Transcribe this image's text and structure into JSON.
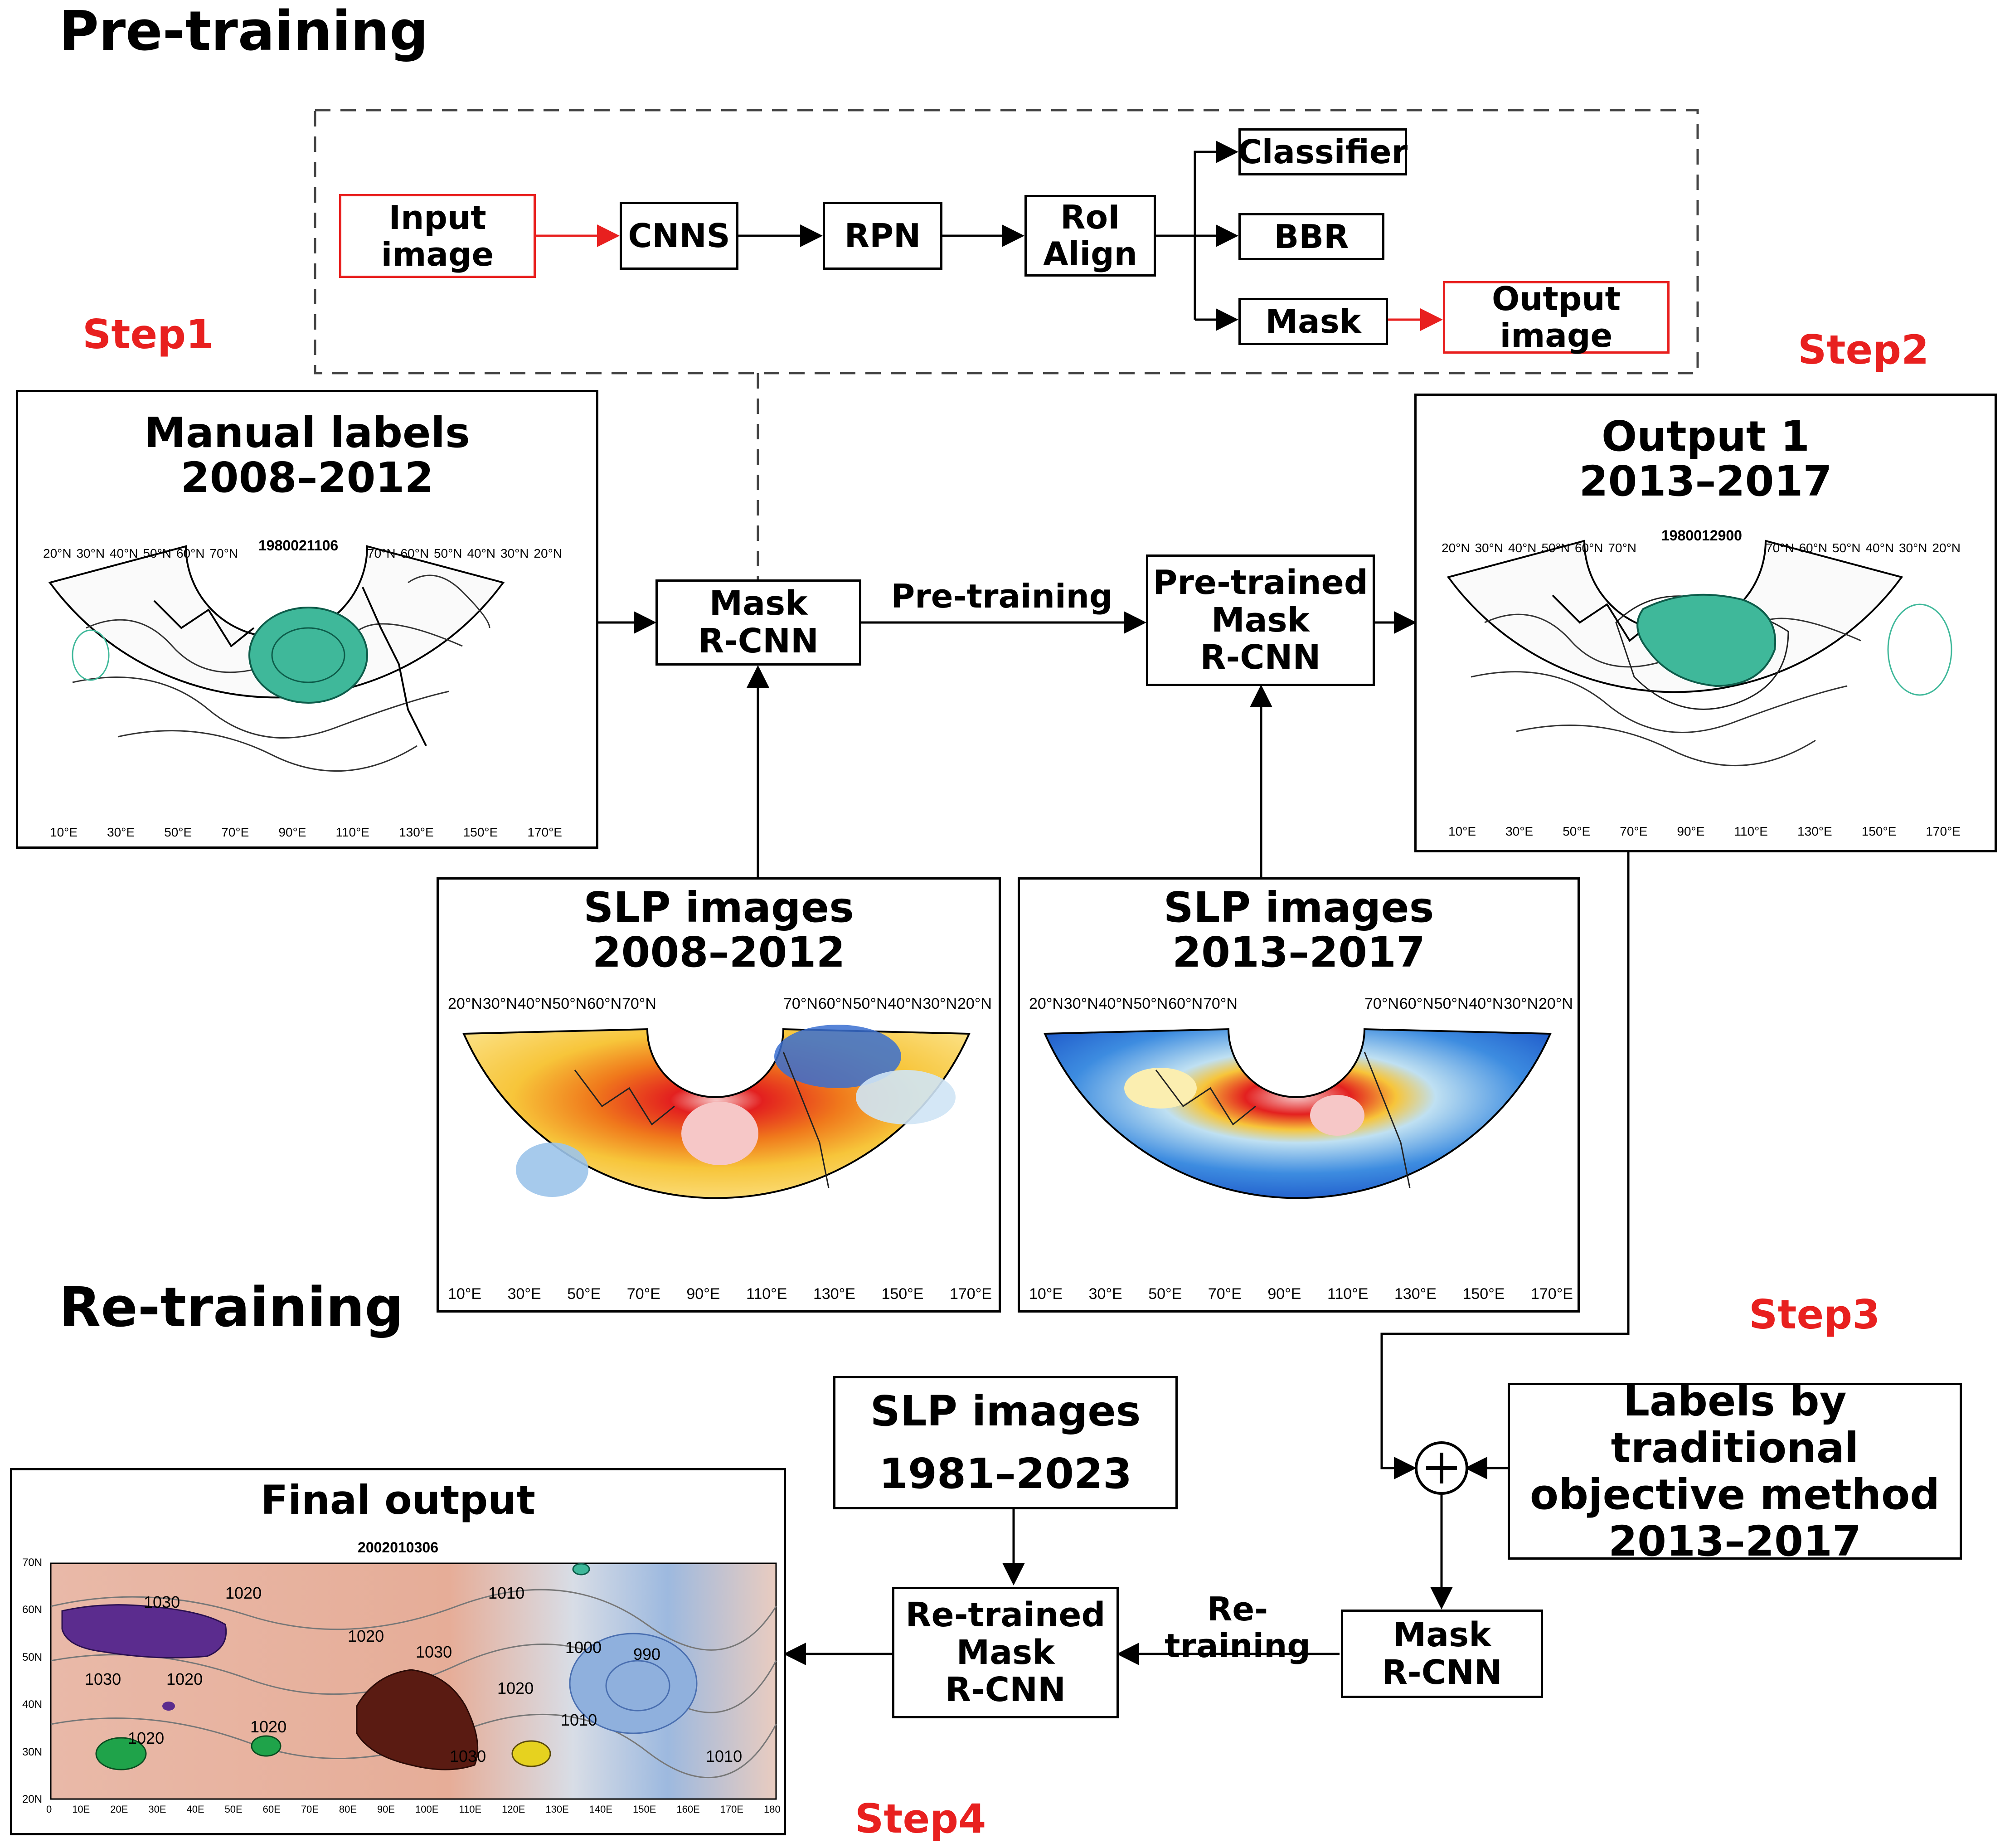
{
  "sections": {
    "pretraining": "Pre-training",
    "retraining": "Re-training"
  },
  "steps": {
    "step1": "Step1",
    "step2": "Step2",
    "step3": "Step3",
    "step4": "Step4"
  },
  "flow": {
    "input": "Input\nimage",
    "cnns": "CNNS",
    "rpn": "RPN",
    "roi": "RoI\nAlign",
    "classifier": "Classifier",
    "bbr": "BBR",
    "mask": "Mask",
    "output": "Output\nimage"
  },
  "nodes": {
    "mask_rcnn": "Mask\nR-CNN",
    "pretrained": "Pre-trained\nMask\nR-CNN",
    "retrained": "Re-trained\nMask\nR-CNN",
    "mask_rcnn2": "Mask\nR-CNN",
    "slp_all": "SLP images\n1981–2023",
    "trad_labels": "Labels by traditional\nobjective method\n2013–2017"
  },
  "edges": {
    "pretraining": "Pre-training",
    "retraining": "Re-training",
    "plus": "+"
  },
  "panels": {
    "manual": {
      "title": "Manual labels\n2008–2012",
      "date": "1980021106"
    },
    "output1": {
      "title": "Output 1\n2013–2017",
      "date": "1980012900"
    },
    "slp1": {
      "title": "SLP images\n2008–2012"
    },
    "slp2": {
      "title": "SLP images\n2013–2017"
    },
    "final": {
      "title": "Final output",
      "date": "2002010306"
    }
  },
  "map_labels": {
    "lat_left": [
      "20°N",
      "30°N",
      "40°N",
      "50°N",
      "60°N",
      "70°N"
    ],
    "lat_right": [
      "70°N",
      "60°N",
      "50°N",
      "40°N",
      "30°N",
      "20°N"
    ],
    "lon": [
      "10°E",
      "30°E",
      "50°E",
      "70°E",
      "90°E",
      "110°E",
      "130°E",
      "150°E",
      "170°E"
    ]
  },
  "final_axes": {
    "y": [
      "70N",
      "60N",
      "50N",
      "40N",
      "30N",
      "20N"
    ],
    "x": [
      "0",
      "10E",
      "20E",
      "30E",
      "40E",
      "50E",
      "60E",
      "70E",
      "80E",
      "90E",
      "100E",
      "110E",
      "120E",
      "130E",
      "140E",
      "150E",
      "160E",
      "170E",
      "180"
    ],
    "contours": [
      "1030",
      "1020",
      "1010",
      "1020",
      "1030",
      "1020",
      "1000",
      "990",
      "1030",
      "1020",
      "1010",
      "1020",
      "1020",
      "1030",
      "1010"
    ]
  },
  "colors": {
    "red_accent": "#e8201f",
    "teal_mask": "#3fb89a",
    "purple": "#5b2c8e",
    "brown": "#5a1b12",
    "green": "#1fa34a",
    "yellow": "#e6d21f"
  }
}
